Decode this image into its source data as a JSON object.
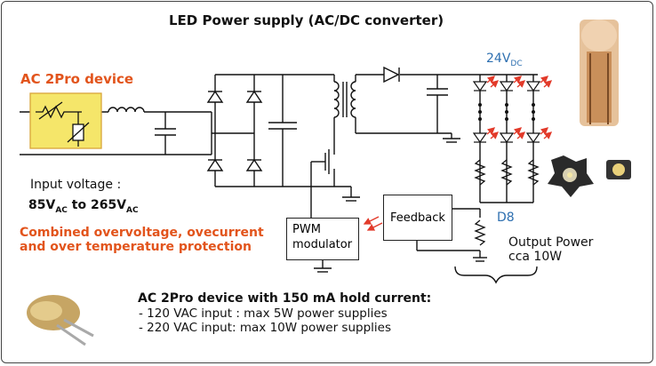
{
  "title": "LED Power supply (AC/DC converter)",
  "device_label": "AC 2Pro device",
  "input_voltage_label": "Input voltage :",
  "range": {
    "lo": "85V",
    "lo_sub": "AC",
    "mid": " to ",
    "hi": "265V",
    "hi_sub": "AC"
  },
  "protection_text": "Combined overvoltage, ovecurrent and over temperature protection",
  "pwm_label": "PWM modulator",
  "feedback_label": "Feedback",
  "vout": {
    "value": "24V",
    "sub": "DC"
  },
  "d8_label": "D8",
  "output_power": "Output Power cca 10W",
  "hold": {
    "title": "AC 2Pro device with 150 mA hold current:",
    "line1": "- 120 VAC input : max 5W power supplies",
    "line2": "- 220 VAC input: max 10W power supplies"
  },
  "colors": {
    "accent": "#e2541c",
    "blue": "#2d6fb0",
    "highlight": "#f5e66a",
    "led_red": "#e23a2a"
  },
  "icons": [
    "ac2pro-device-photo",
    "led-component-photo",
    "power-led-star-photo",
    "smd-led-photo"
  ]
}
